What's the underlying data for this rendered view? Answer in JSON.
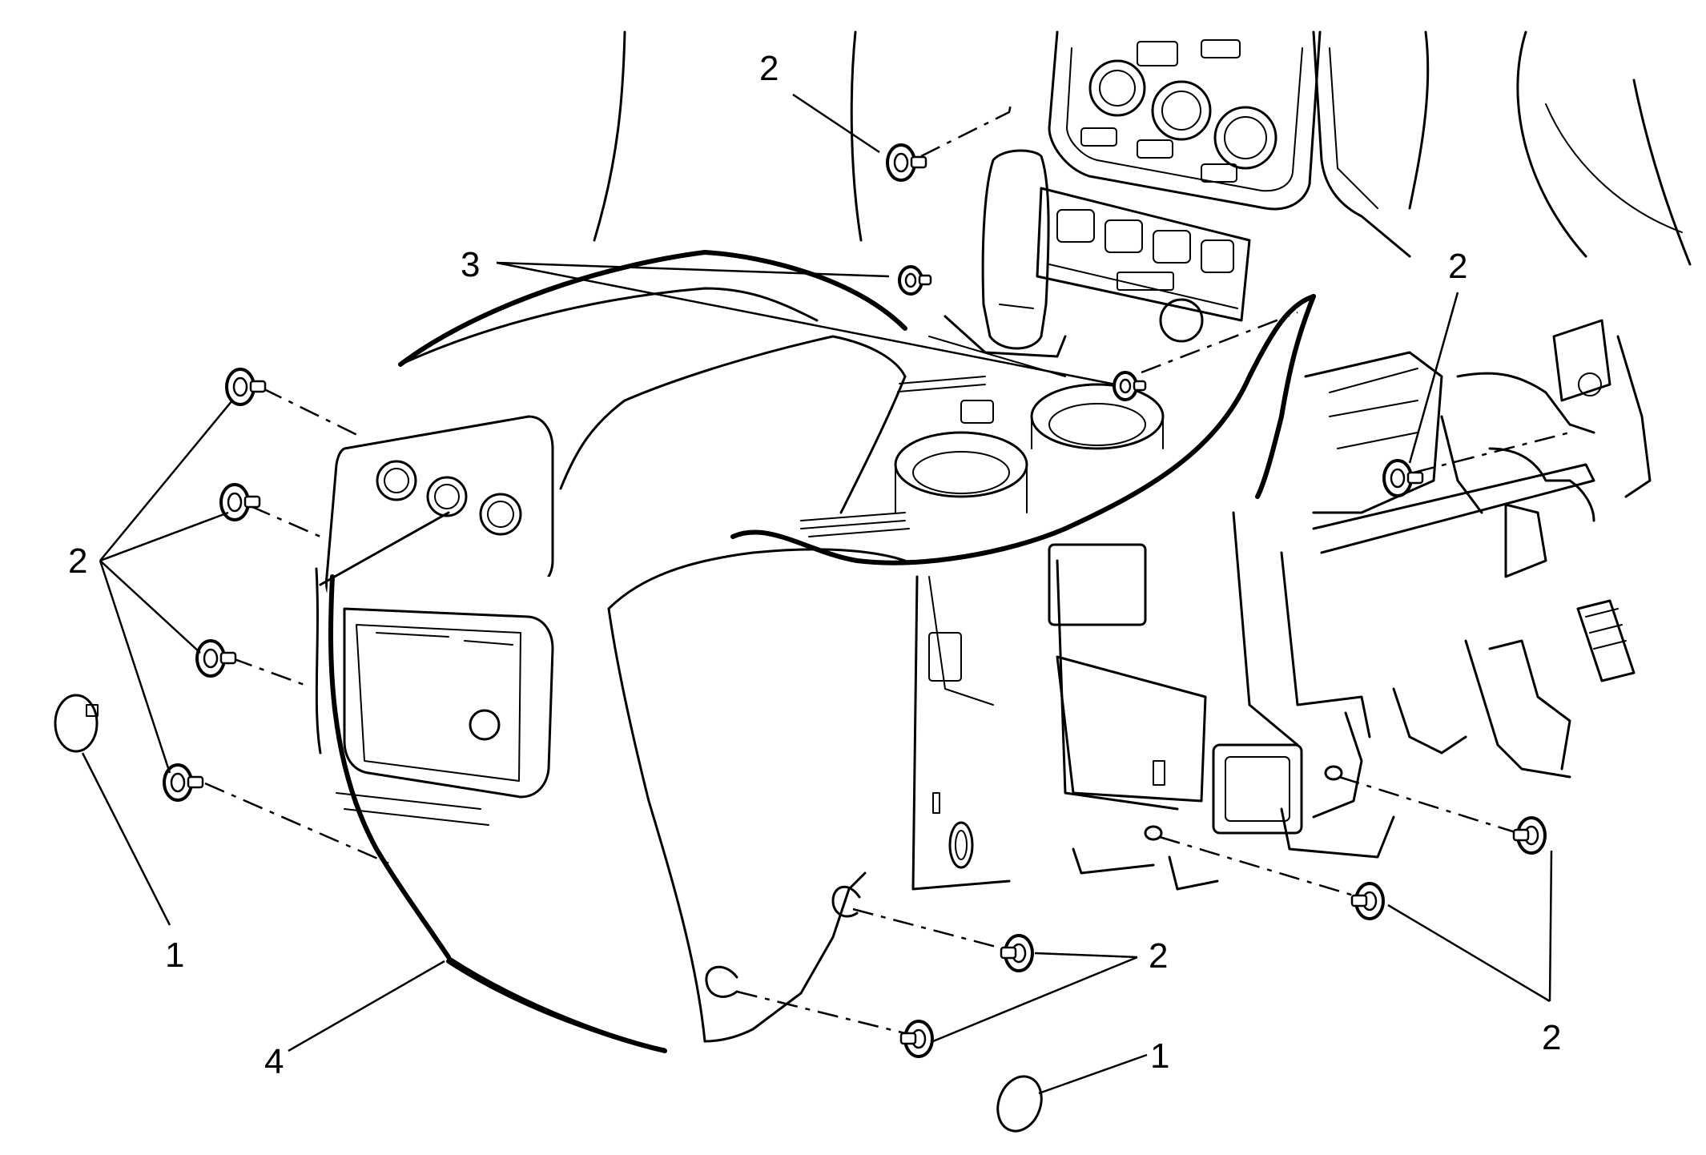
{
  "diagram": {
    "callouts": [
      {
        "id": "callout-1-left",
        "text": "1"
      },
      {
        "id": "callout-1-bottom",
        "text": "1"
      },
      {
        "id": "callout-2-top",
        "text": "2"
      },
      {
        "id": "callout-2-left",
        "text": "2"
      },
      {
        "id": "callout-2-right",
        "text": "2"
      },
      {
        "id": "callout-2-bottom-center",
        "text": "2"
      },
      {
        "id": "callout-2-bottom-right",
        "text": "2"
      },
      {
        "id": "callout-3",
        "text": "3"
      },
      {
        "id": "callout-4",
        "text": "4"
      }
    ]
  }
}
